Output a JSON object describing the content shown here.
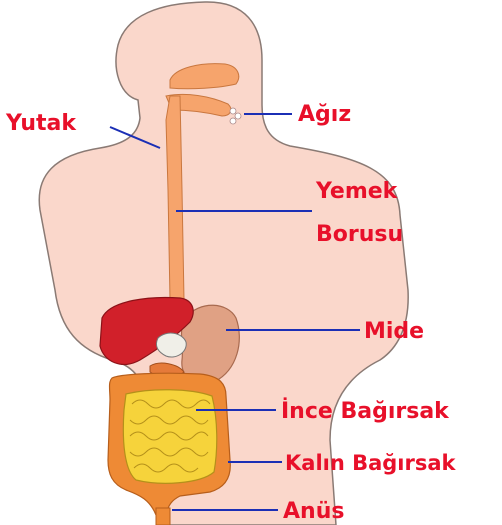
{
  "labels": {
    "mouth": "Ağız",
    "pharynx": "Yutak",
    "esophagus_line1": "Yemek",
    "esophagus_line2": "Borusu",
    "stomach": "Mide",
    "small_intestine": "İnce Bağırsak",
    "large_intestine": "Kalın Bağırsak",
    "anus": "Anüs"
  },
  "colors": {
    "skin": "#fad7cb",
    "skin_outline": "#8a7a74",
    "tract": "#f6a46c",
    "liver": "#d1202a",
    "stomach": "#e0a184",
    "small_intestine": "#f6d33b",
    "large_intestine": "#ee8a35",
    "label_text": "#e8102a",
    "leader_line": "#1b2fb5"
  }
}
